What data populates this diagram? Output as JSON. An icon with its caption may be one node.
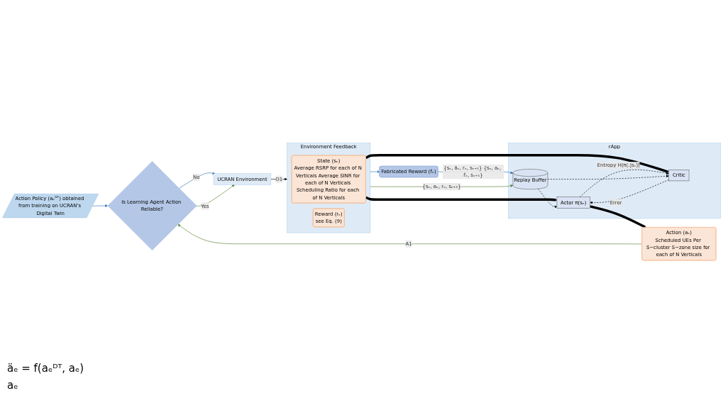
{
  "diagram": {
    "nodes": [
      {
        "text": [
          "Action Policy (aₑᴰᵀ) obtained from training on UCRAN’s Digital Twin"
        ]
      },
      {
        "text": [
          "Is Learning Agent Action Reliable?"
        ]
      },
      {
        "text": [
          "UCRAN Environment"
        ]
      },
      {
        "text": [
          "Action (aₑ)",
          "Scheduled UEs Per S−cluster S−zone size for each of N Verticals"
        ]
      },
      {
        "text": [
          "Environment Feedback"
        ]
      },
      {
        "text": [
          "State (sₑ)",
          "Average RSRP for each of N Verticals Average SINR for each of N Verticals Scheduling Ratio for each of N Verticals"
        ],
        "in": 4
      },
      {
        "text": [
          "Reward (rₑ)",
          "see Eq. (9)"
        ],
        "in": 4
      },
      {
        "text": [
          "rApp"
        ]
      },
      {
        "text": [
          "Actor π(sₑ)"
        ],
        "in": 7
      },
      {
        "text": [
          "Replay Buffer"
        ],
        "in": 7
      },
      {
        "text": [
          "Critic"
        ],
        "in": 7
      },
      {
        "text": [
          "Fabricated Reward (r̂ₑ)"
        ]
      }
    ],
    "edges": [
      {
        "from": 0,
        "to": 1,
        "arrow": "to",
        "color": "#2e75b6"
      },
      {
        "from": 1,
        "to": 2,
        "label": "No",
        "arrow": "to",
        "color": "#2e75b6"
      },
      {
        "from": 1,
        "to": 2,
        "label": "Yes",
        "arrow": "to",
        "color": "#548235"
      },
      {
        "from": 3,
        "to": 1,
        "label": "A1",
        "arrow": "to",
        "color": "#548235"
      },
      {
        "from": 2,
        "to": 4,
        "label": "O1",
        "arrow": "to"
      },
      {
        "from": 5,
        "to": 8,
        "arrow": "to",
        "style": "thick"
      },
      {
        "from": 5,
        "to": 10,
        "arrow": "to",
        "style": "thick"
      },
      {
        "from": 8,
        "to": 3,
        "arrow": "to",
        "style": "thick"
      },
      {
        "from": 4,
        "to": 9,
        "label": "{sₑ, aₑ, rₑ, sₑ₊₁}",
        "arrow": "to",
        "color": "#548235"
      },
      {
        "from": 4,
        "to": 11,
        "arrow": "to",
        "color": "#2e75b6"
      },
      {
        "from": 11,
        "to": 9,
        "label": "{sₑ, äₑ, rₑ, sₑ₊₁} {sₑ, aₑ, r̂ₑ, sₑ₊₁}",
        "arrow": "to",
        "color": "#2e75b6"
      },
      {
        "from": 10,
        "to": 8,
        "label": "Error",
        "arrow": "to",
        "style": "dashed"
      },
      {
        "from": 8,
        "to": 10,
        "label": "Entropy H(π(.|sₑ))",
        "arrow": "to",
        "style": "dashed"
      },
      {
        "from": 9,
        "to": 8,
        "arrow": "to",
        "style": "dashed"
      },
      {
        "from": 9,
        "to": 10,
        "arrow": "to",
        "style": "dashed"
      }
    ],
    "labels": [
      "äₑ = f(aₑᴰᵀ, aₑ)",
      "aₑ"
    ]
  }
}
